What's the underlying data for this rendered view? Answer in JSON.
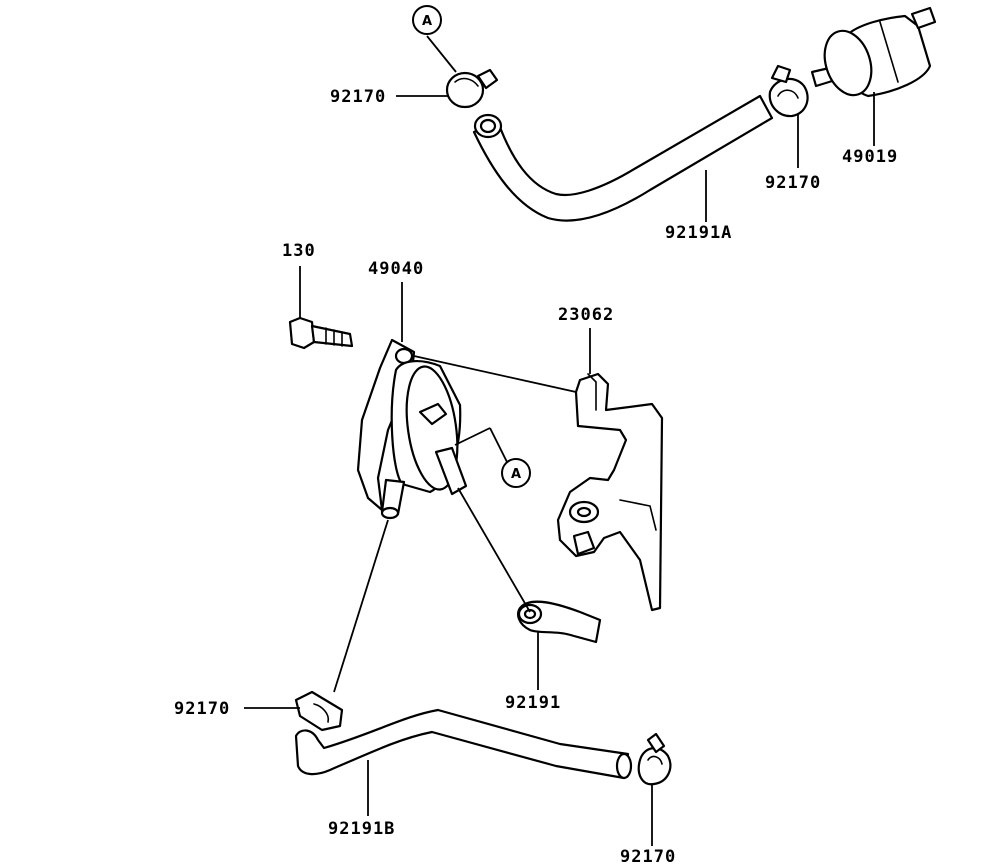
{
  "labels": {
    "clamp_top_left": "92170",
    "clamp_top_right": "92170",
    "clamp_bottom_left": "92170",
    "clamp_bottom_right": "92170",
    "fuel_filter": "49019",
    "hose_upper": "92191A",
    "bolt": "130",
    "fuel_pump": "49040",
    "bracket": "23062",
    "hose_short": "92191",
    "hose_lower": "92191B"
  },
  "callouts": {
    "top": "A",
    "pump": "A"
  }
}
